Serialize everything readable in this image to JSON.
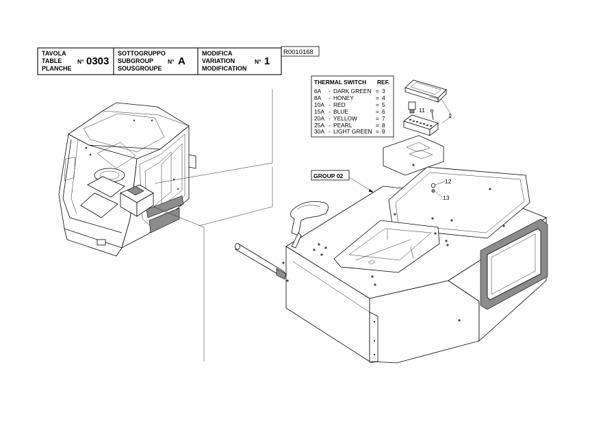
{
  "title_block": {
    "table": {
      "lines": [
        "TAVOLA",
        "TABLE",
        "PLANCHE"
      ],
      "no_label": "N°",
      "number": "0303"
    },
    "subgroup": {
      "lines": [
        "SOTTOGRUPPO",
        "SUBGROUP",
        "SOUSGROUPE"
      ],
      "no_label": "N°",
      "number": "A"
    },
    "modification": {
      "lines": [
        "MODIFICA",
        "VARIATION",
        "MODIFICATION"
      ],
      "no_label": "N°",
      "number": "1"
    },
    "reference": "R0010168"
  },
  "thermal_switch_table": {
    "header_left": "THERMAL SWITCH",
    "header_right": "REF.",
    "rows": [
      {
        "amp": "6A",
        "dash": "-",
        "color": "DARK GREEN",
        "eq": "=",
        "ref": "3"
      },
      {
        "amp": "8A",
        "dash": "-",
        "color": "HONEY",
        "eq": "=",
        "ref": "4"
      },
      {
        "amp": "10A",
        "dash": "-",
        "color": "RED",
        "eq": "=",
        "ref": "5"
      },
      {
        "amp": "15A",
        "dash": "-",
        "color": "BLUE",
        "eq": "=",
        "ref": "6"
      },
      {
        "amp": "20A",
        "dash": "-",
        "color": "YELLOW",
        "eq": "=",
        "ref": "7"
      },
      {
        "amp": "25A",
        "dash": "-",
        "color": "PEARL",
        "eq": "=",
        "ref": "8"
      },
      {
        "amp": "30A",
        "dash": "-",
        "color": "LIGHT GREEN",
        "eq": "=",
        "ref": "9"
      }
    ]
  },
  "group_label": "GROUP 02",
  "callouts": {
    "c1": "1",
    "c11": "11",
    "c12": "12",
    "c13": "13"
  }
}
